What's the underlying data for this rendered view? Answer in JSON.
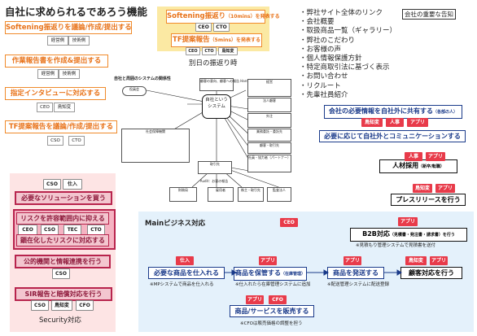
{
  "left": {
    "title": "自社に求められるであろう機能",
    "items": [
      {
        "label": "Softening振返りを議論/作成/提出する",
        "tags": [
          "経営側",
          "技術側"
        ]
      },
      {
        "label": "作業報告書を作成&提出する",
        "tags": [
          "経営側",
          "技術側"
        ]
      },
      {
        "label": "指定インタビューに対応する",
        "tags": [
          "CEO",
          "鳥知変"
        ]
      },
      {
        "label": "TF提案報告を議論/作成/提出する",
        "tags": [
          "CSO",
          "CTO"
        ]
      }
    ]
  },
  "top_center": {
    "item1": {
      "label": "Softening振返り",
      "suffix": "（10mins）を発表する",
      "tags": [
        "CEO",
        "CTO"
      ]
    },
    "item2": {
      "label": "TF提案報告",
      "suffix": "（5mins）を発表する",
      "tags": [
        "CEO",
        "CTO",
        "鳥知変"
      ]
    },
    "caption": "別日の振返り時"
  },
  "links": {
    "items": [
      "弊社サイト全体のリンク",
      "会社概要",
      "取扱商品一覧（ギャラリー）",
      "弊社のこだわり",
      "お客様の声",
      "個人情報保護方針",
      "特定商取引法に基づく表示",
      "お問い合わせ",
      "リクルート",
      "先輩社員紹介"
    ],
    "notice": "会社の重要な告知"
  },
  "diagram": {
    "title": "自社と周囲のシステムの関係性",
    "center": "自社という\nシステム",
    "nodes": [
      "役員会",
      "顧客の意向、顧客への報告\nHardening報告",
      "社会保障機関",
      "経営",
      "法人顧客",
      "外注",
      "業務委託・委託先",
      "顧客・取引先",
      "社員・協力者（パートナー）",
      "取引先",
      "財務局",
      "雇用者",
      "株主・取引先",
      "銀行",
      "監査法人",
      "Audit：お客の報告"
    ]
  },
  "right_top": {
    "share": {
      "label": "会社の必要情報を自社外に共有する",
      "suffix": "（各部の人）",
      "tags": [
        "鳥知変",
        "人事",
        "アプリ"
      ]
    },
    "communicate": {
      "label": "必要に応じて自社外とコミュニケーションする"
    },
    "hiring": {
      "label": "人材採用",
      "suffix": "（新卒/転職）",
      "tags": [
        "人事",
        "アプリ"
      ]
    },
    "press": {
      "label": "プレスリリースを行う",
      "tags": [
        "鳥知変",
        "アプリ"
      ]
    }
  },
  "security": {
    "caption": "Security対応",
    "items": [
      {
        "label": "必要なソリューションを買う",
        "tags": [
          "CSO",
          "仕入"
        ]
      },
      {
        "label": "リスクを許容範囲内に抑える",
        "tags": [
          "CEO",
          "CSO",
          "TEC",
          "CTO"
        ]
      },
      {
        "label": "顕在化したリスクに対応する",
        "tags": []
      },
      {
        "label": "公的機関と情報連携を行う",
        "tags": [
          "CSO"
        ]
      },
      {
        "label": "SIR報告と賠償対応を行う",
        "tags": [
          "CSO",
          "鳥知変",
          "CFO"
        ]
      }
    ]
  },
  "main": {
    "title": "Mainビジネス対応",
    "ceo": "CEO",
    "b2b": {
      "label": "B2B対応",
      "suffix": "（見積書・発注書・請求書）を行う",
      "tag": "アプリ",
      "note": "※見積もり管理システムで見積書を送付"
    },
    "buy": {
      "label": "必要な商品を仕入れる",
      "tag": "仕入",
      "note": "※MPシステムで商品を仕入れる"
    },
    "store": {
      "label": "商品を保管する",
      "suffix": "（在庫管理）",
      "tag": "アプリ",
      "note": "※仕入れたら在庫管理システムに追加"
    },
    "ship": {
      "label": "商品を発送する",
      "tag": "アプリ",
      "note": "※配送管理システムに配送登録"
    },
    "support": {
      "label": "顧客対応を行う",
      "tags": [
        "鳥知変",
        "アプリ"
      ]
    },
    "sell": {
      "label": "商品/サービスを販売する",
      "tags": [
        "アプリ",
        "CFO"
      ],
      "note": "※CFOは販売価格の調整を担う"
    }
  },
  "colors": {
    "orange": "#f08a2a",
    "red": "#e83b4a",
    "pink": "#f3c6cf",
    "blue_bg": "#e4f1fb",
    "navy": "#1a3a8a"
  }
}
